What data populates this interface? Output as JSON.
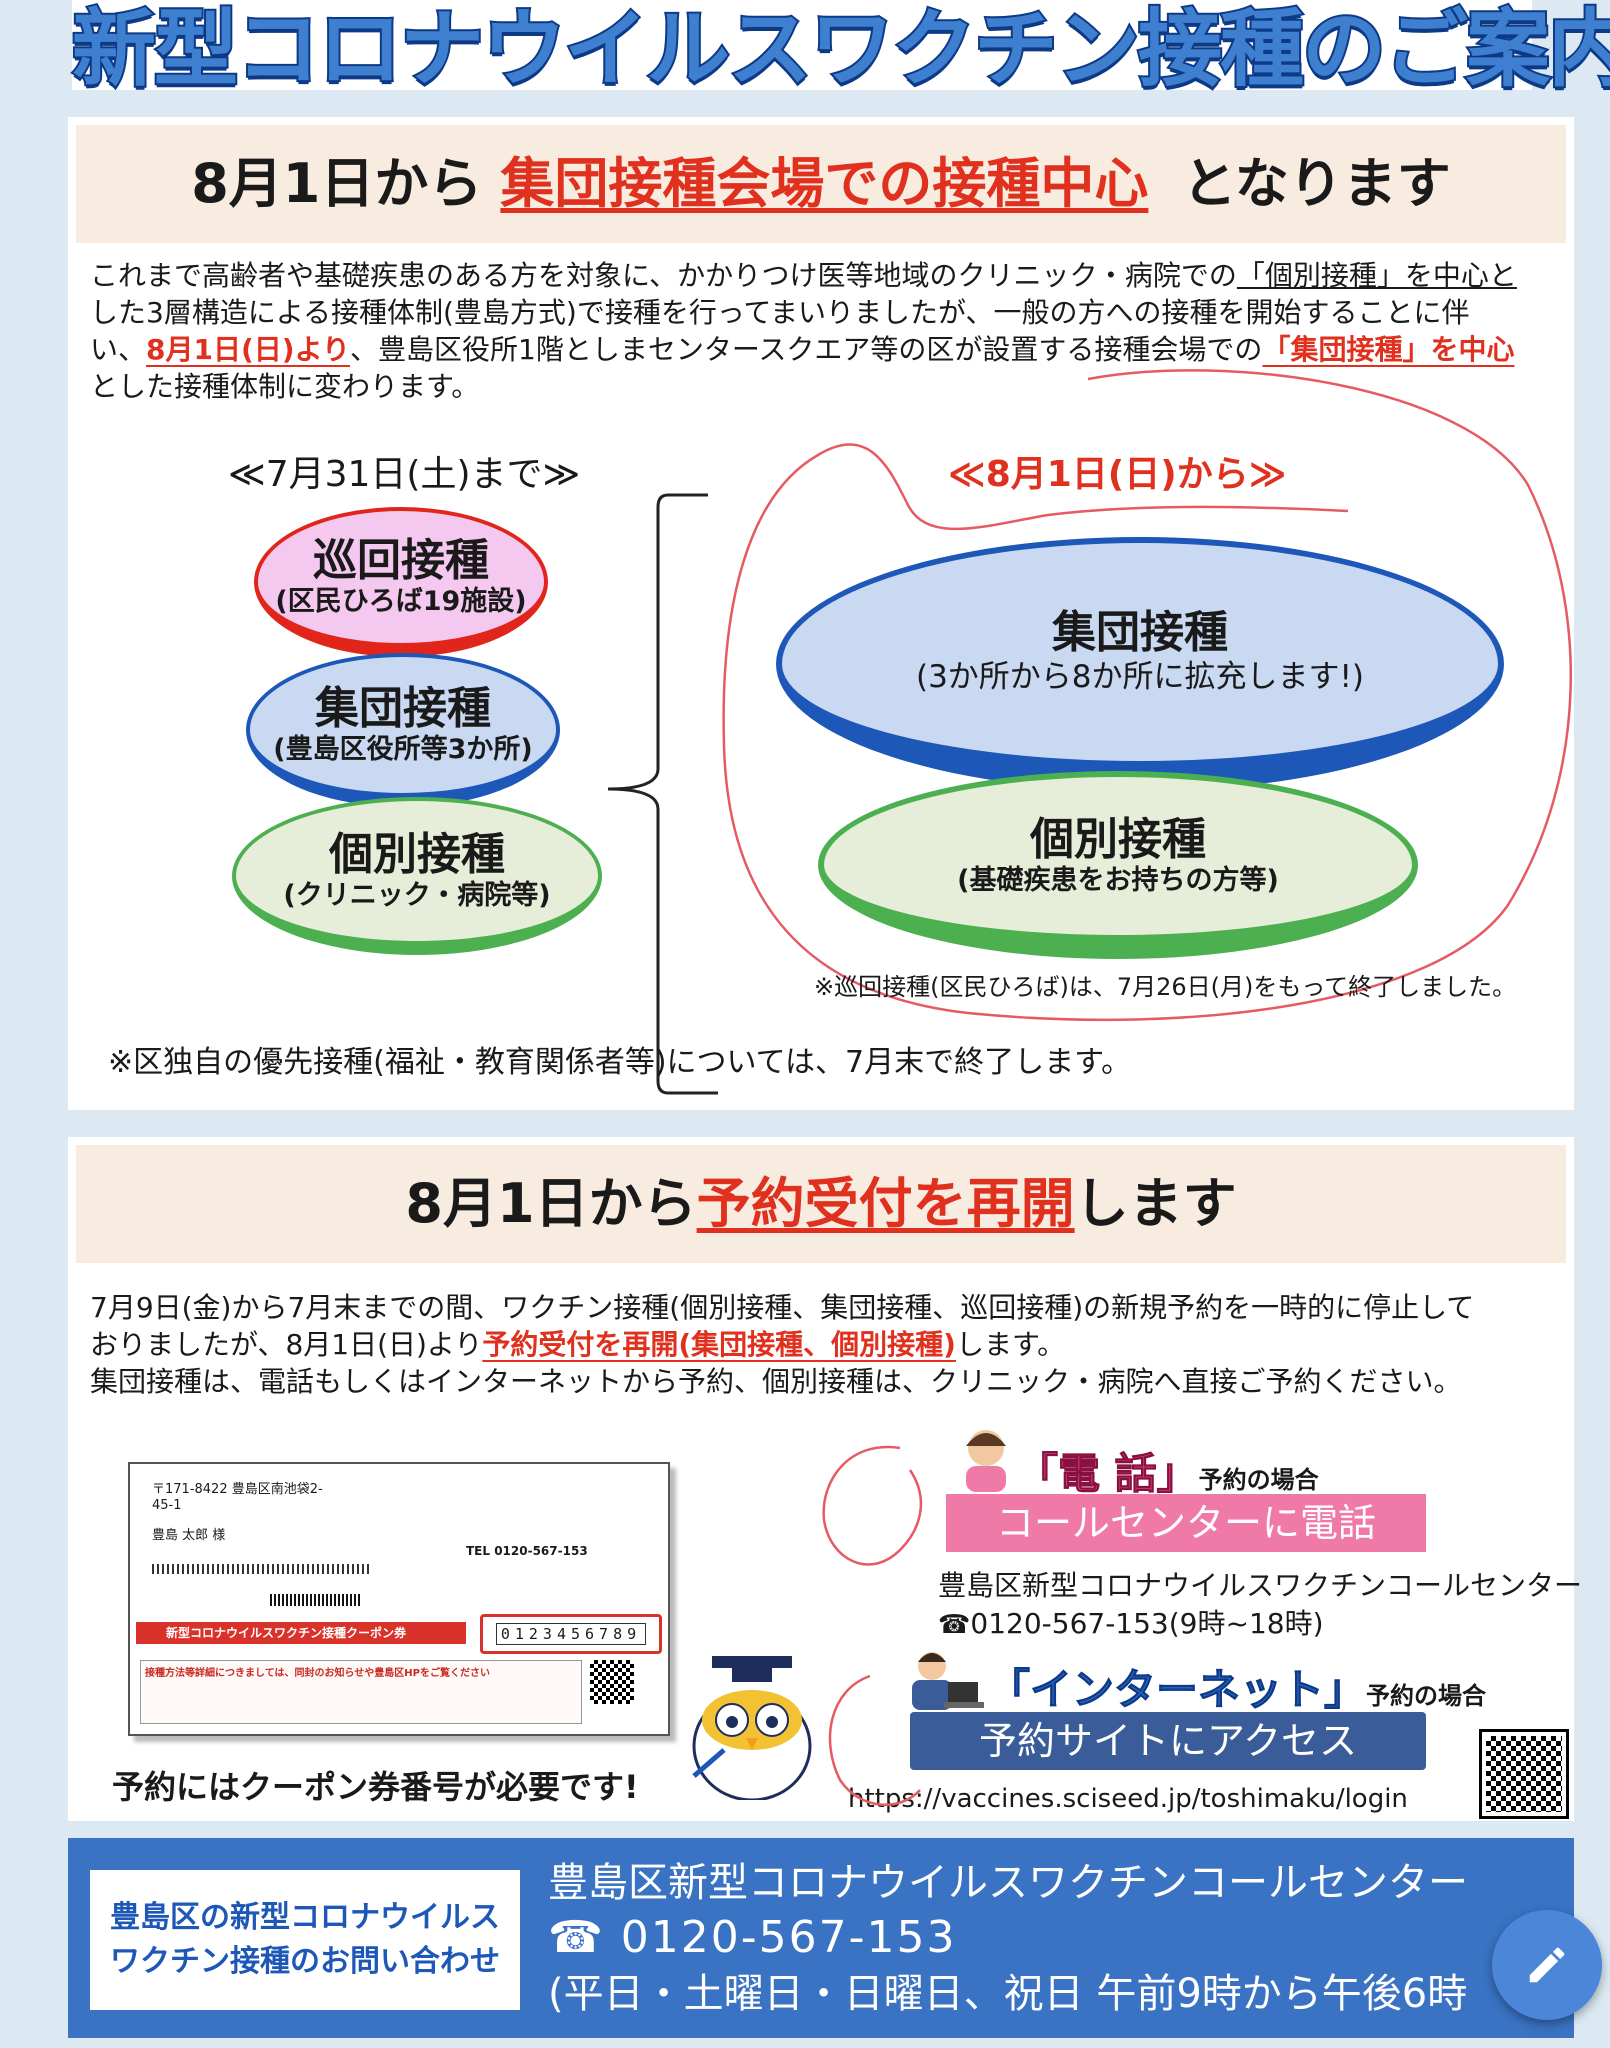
{
  "header": {
    "title": "新型コロナウイルスワクチン接種のご案内"
  },
  "section1": {
    "banner_pre": "8月1日から",
    "banner_highlight": "集団接種会場での接種中心",
    "banner_post": "となります",
    "para_lines": [
      "これまで高齢者や基礎疾患のある方を対象に、かかりつけ医等地域のクリニック・病院での",
      "「個別接種」を中心と",
      "した3層構造による接種体制(豊島方式)で接種を行ってまいりましたが、一般の方への接種を開始することに伴",
      "い、",
      "8月1日(日)より",
      "、豊島区役所1階としまセンタースクエア等の区が設置する接種会場での",
      "「集団接種」を中心",
      "とした接種体制に変わります。"
    ],
    "before_label": "≪7月31日(土)まで≫",
    "after_label": "≪8月1日(日)から≫",
    "before": [
      {
        "title": "巡回接種",
        "sub": "(区民ひろば19施設)"
      },
      {
        "title": "集団接種",
        "sub": "(豊島区役所等3か所)"
      },
      {
        "title": "個別接種",
        "sub": "(クリニック・病院等)"
      }
    ],
    "after": [
      {
        "title": "集団接種",
        "sub": "(3か所から8か所に拡充します!)"
      },
      {
        "title": "個別接種",
        "sub": "(基礎疾患をお持ちの方等)"
      }
    ],
    "note_jyunkai": "※巡回接種(区民ひろば)は、7月26日(月)をもって終了しました。",
    "note_priority": "※区独自の優先接種(福祉・教育関係者等)については、7月末で終了します。"
  },
  "section2": {
    "banner_pre": "8月1日から",
    "banner_highlight": "予約受付を再開",
    "banner_post": "します",
    "para_lines": [
      "7月9日(金)から7月末までの間、ワクチン接種(個別接種、集団接種、巡回接種)の新規予約を一時的に停止して",
      "おりましたが、8月1日(日)より",
      "予約受付を再開(集団接種、個別接種)",
      "します。",
      "集団接種は、電話もしくはインターネットから予約、個別接種は、クリニック・病院へ直接ご予約ください。"
    ],
    "coupon": {
      "address": "〒171-8422 豊島区南池袋2-45-1",
      "name": "豊島 太郎 様",
      "band": "新型コロナウイルスワクチン接種クーポン券",
      "number": "0123456789",
      "call_tel": "TEL 0120-567-153",
      "detail": "接種方法等詳細につきましては、同封のお知らせや豊島区HPをご覧ください"
    },
    "coupon_caption": "予約にはクーポン券番号が必要です!",
    "phone_title": "「電 話」",
    "phone_suffix": "予約の場合",
    "phone_button": "コールセンターに電話",
    "phone_center": "豊島区新型コロナウイルスワクチンコールセンター",
    "phone_number": "0120-567-153(9時~18時)",
    "web_title": "「インターネット」",
    "web_suffix": "予約の場合",
    "web_button": "予約サイトにアクセス",
    "web_url": "https://vaccines.sciseed.jp/toshimaku/login"
  },
  "footer": {
    "box_line1": "豊島区の新型コロナウイルス",
    "box_line2": "ワクチン接種のお問い合わせ",
    "center": "豊島区新型コロナウイルスワクチンコールセンター",
    "tel": "0120-567-153",
    "hours": "(平日・土曜日・日曜日、祝日  午前9時から午後6時"
  },
  "colors": {
    "accent_blue": "#1d57b8",
    "accent_red": "#e0301e",
    "banner_bg": "#f8ebe0",
    "footer_bg": "#3a73c4"
  }
}
